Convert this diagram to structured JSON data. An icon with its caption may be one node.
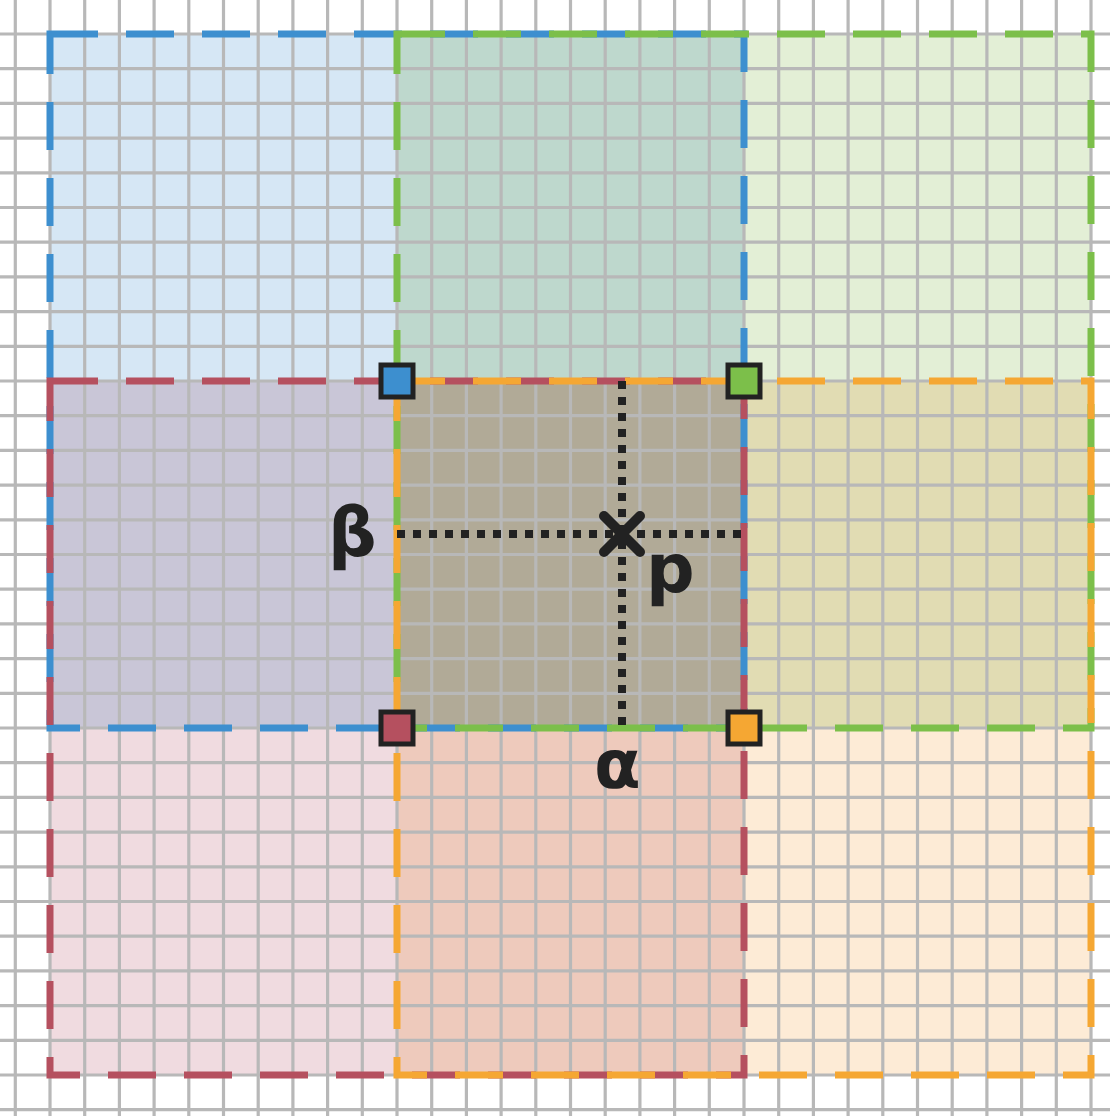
{
  "diagram": {
    "labels": [
      "β",
      "p",
      "α"
    ]
  }
}
